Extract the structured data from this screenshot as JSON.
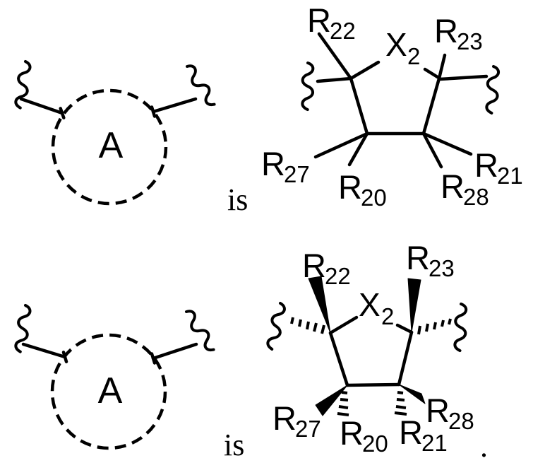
{
  "figure": {
    "background": "#ffffff",
    "ink": "#000000",
    "terminal_period": "."
  },
  "rows": [
    {
      "description": "plain-bond ring definition",
      "core_label": "A",
      "equivalence_text": "is",
      "heteroatom": {
        "base": "X",
        "sub": "2"
      },
      "substituents": {
        "R22": {
          "base": "R",
          "sub": "22"
        },
        "R23": {
          "base": "R",
          "sub": "23"
        },
        "R27": {
          "base": "R",
          "sub": "27"
        },
        "R20": {
          "base": "R",
          "sub": "20"
        },
        "R28": {
          "base": "R",
          "sub": "28"
        },
        "R21": {
          "base": "R",
          "sub": "21"
        }
      }
    },
    {
      "description": "stereo wedge-hash ring definition",
      "core_label": "A",
      "equivalence_text": "is",
      "heteroatom": {
        "base": "X",
        "sub": "2"
      },
      "substituents": {
        "R22": {
          "base": "R",
          "sub": "22"
        },
        "R23": {
          "base": "R",
          "sub": "23"
        },
        "R27": {
          "base": "R",
          "sub": "27"
        },
        "R20": {
          "base": "R",
          "sub": "20"
        },
        "R28": {
          "base": "R",
          "sub": "28"
        },
        "R21": {
          "base": "R",
          "sub": "21"
        }
      }
    }
  ]
}
